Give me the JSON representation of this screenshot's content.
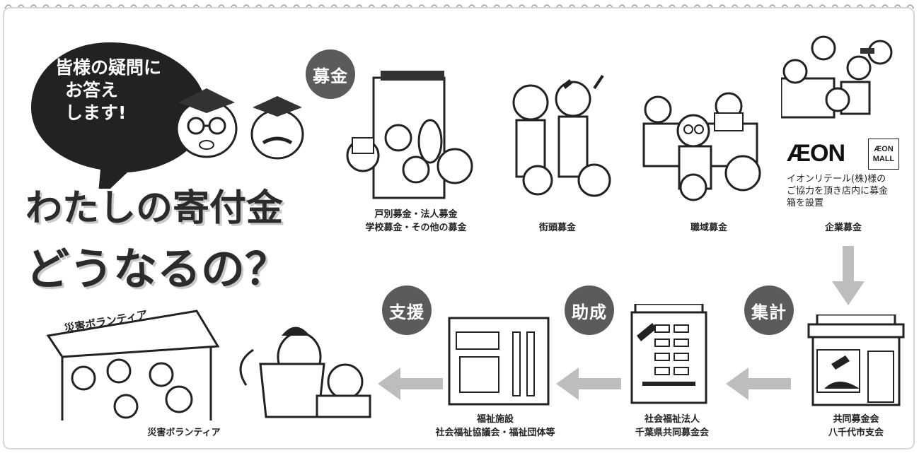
{
  "headline": {
    "bubble_lines": [
      "皆様の疑問に",
      "お答え",
      "します!"
    ],
    "title_line1": "わたしの寄付金",
    "title_line2": "どうなるの？"
  },
  "badges": {
    "bokin": "募金",
    "shukei": "集計",
    "josei": "助成",
    "shien": "支援"
  },
  "captions": {
    "kobetsu": [
      "戸別募金・法人募金",
      "学校募金・その他の募金"
    ],
    "gaito": "街頭募金",
    "shokuiki": "職域募金",
    "kigyo": "企業募金",
    "kyodo": [
      "共同募金会",
      "八千代市支会"
    ],
    "shafuku": [
      "社会福祉法人",
      "千葉県共同募金会"
    ],
    "fukushi": [
      "福祉施設",
      "社会福祉協議会・福祉団体等"
    ],
    "saigai": "災害ボランティア"
  },
  "aeon": {
    "logo": "ÆON",
    "mall_logo": [
      "ÆON",
      "MALL"
    ],
    "note": [
      "イオンリテール(株)様の",
      "ご協力を頂き店内に募金",
      "箱を設置"
    ]
  },
  "tent_sign": "災害ボランティア",
  "colors": {
    "badge": "#5b5b5b",
    "arrow": "#bdbdbd",
    "bubble": "#222222"
  }
}
